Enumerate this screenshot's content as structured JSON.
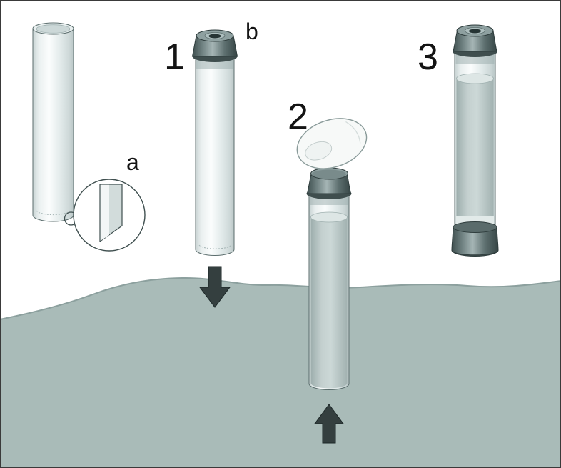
{
  "labels": {
    "step1": "1",
    "step2": "2",
    "step3": "3",
    "detail_callout": "a",
    "cap_label": "b"
  },
  "icons": {
    "down_arrow": "solid block arrow pointing down",
    "up_arrow": "solid block arrow pointing up",
    "thumb_press": "thumb pressing cap onto tube",
    "detail_callout": "circular magnified detail of beveled tube edge"
  },
  "colors": {
    "background": "#ffffff",
    "border": "#3a3a3a",
    "ground": "#a9bbb8",
    "ground_edge": "#8ca09e",
    "glass_outline": "#5c6e6e",
    "sample": "#b7c4c3",
    "cap_dark": "#445454",
    "arrow": "#343f3f",
    "label": "#141414"
  }
}
